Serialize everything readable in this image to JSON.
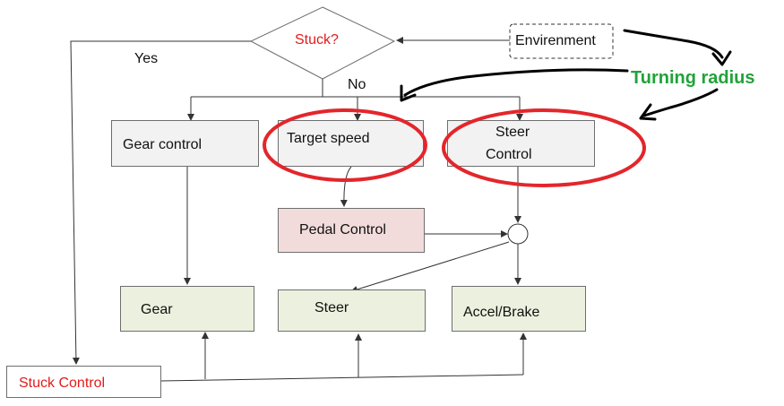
{
  "diagram": {
    "stuck_label": "Stuck?",
    "yes_label": "Yes",
    "no_label": "No",
    "environment_label": "Envirenment",
    "turning_radius_label": "Turning radius",
    "gear_control_label": "Gear control",
    "target_speed_label": "Target speed",
    "steer_control_line1": "Steer",
    "steer_control_line2": "Control",
    "pedal_control_label": "Pedal Control",
    "gear_label": "Gear",
    "steer_label": "Steer",
    "accel_brake_label": "Accel/Brake",
    "stuck_control_label": "Stuck Control"
  },
  "colors": {
    "box_border": "#6e6e6e",
    "gray_fill": "#f2f2f2",
    "pink_fill": "#f2dcdb",
    "green_fill": "#ebf1de",
    "highlight_red": "#e3262b",
    "red_text": "#e31b1b",
    "annotation_green": "#22a23a",
    "annotation_black": "#000000"
  }
}
